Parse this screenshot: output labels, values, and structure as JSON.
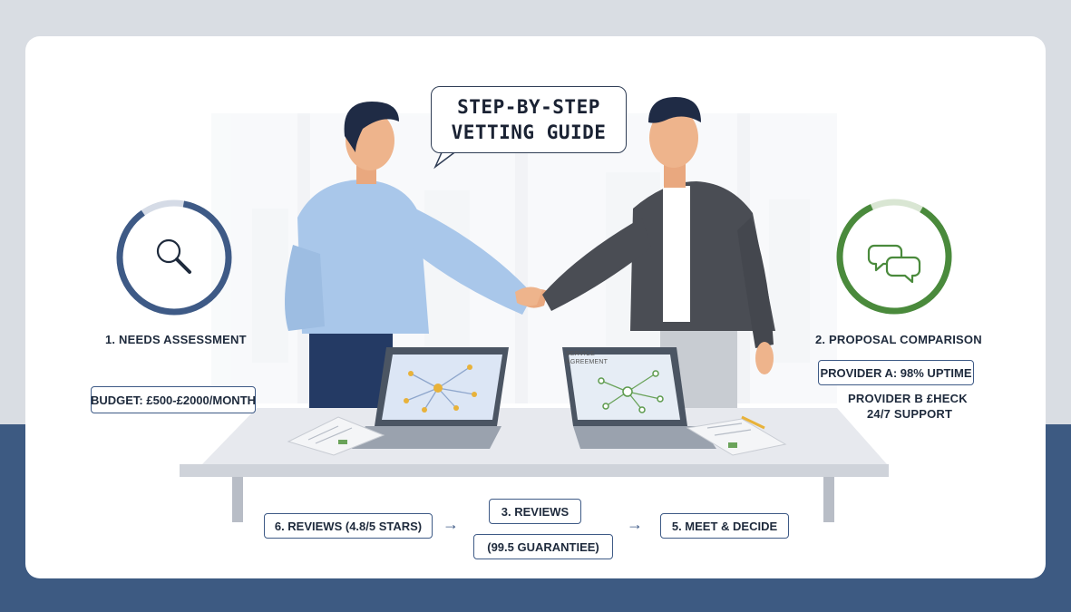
{
  "title": {
    "line1": "STEP-BY-STEP",
    "line2": "VETTING GUIDE"
  },
  "steps": {
    "needs": {
      "label": "1. NEEDS ASSESSMENT",
      "icon": "magnifier-icon",
      "color": "#3e5a86"
    },
    "proposal": {
      "label": "2. PROPOSAL COMPARISON",
      "icon": "chat-bubbles-icon",
      "color": "#4a8a3c"
    }
  },
  "budget": "BUDGET: £500-£2000/MONTH",
  "provider_a": "PROVIDER A: 98% UPTIME",
  "provider_b_line1": "PROVIDER B £HECK",
  "provider_b_line2": "24/7 SUPPORT",
  "laptop_right_text": {
    "line1": "SERVICE",
    "line2": "AGREEMENT"
  },
  "flow": {
    "step6": "6. REVIEWS (4.8/5 STARS)",
    "step3": "3. REVIEWS",
    "guarantee": "(99.5 GUARANTIEE)",
    "step5": "5. MEET & DECIDE",
    "arrow": "→"
  },
  "colors": {
    "navy": "#3e5a86",
    "green": "#4a8a3c",
    "band": "#3d5a82",
    "shirt": "#a9c7ea",
    "jacket": "#4a4d54"
  }
}
